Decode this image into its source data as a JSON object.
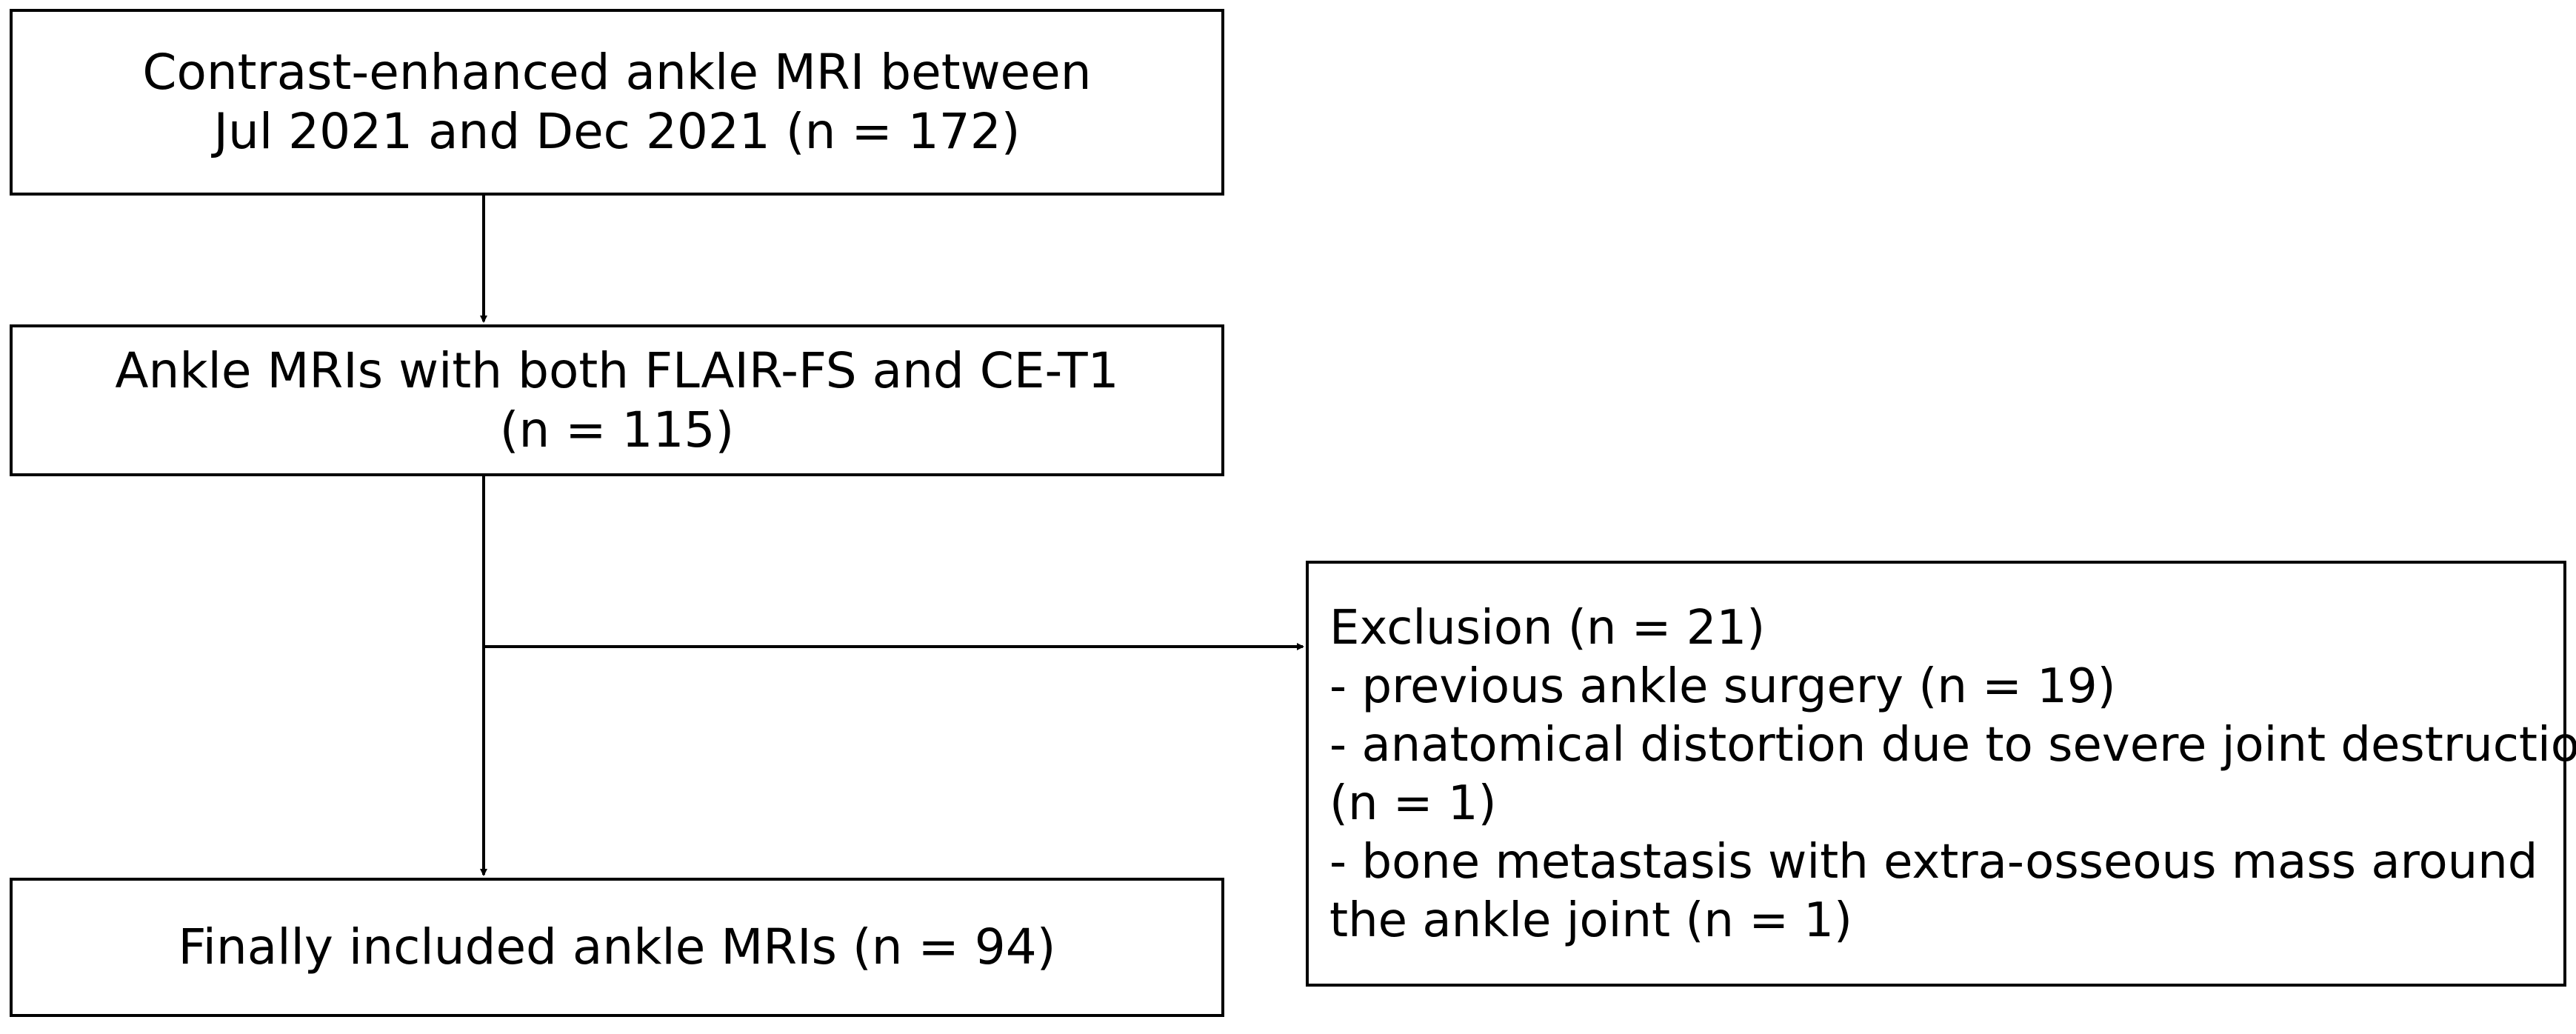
{
  "boxes": {
    "start": {
      "line1": "Contrast-enhanced ankle MRI between",
      "line2": "Jul 2021 and Dec 2021 (n = 172)"
    },
    "both_sequences": {
      "line1": "Ankle MRIs with both FLAIR-FS and CE-T1",
      "line2": "(n = 115)"
    },
    "final": {
      "line1": "Finally included ankle MRIs (n = 94)"
    }
  },
  "exclusion": {
    "title": "Exclusion (n = 21)",
    "lines": [
      "- previous ankle surgery (n = 19)",
      "- anatomical distortion due to severe joint destruction",
      "(n = 1)",
      "- bone metastasis with extra-osseous mass around",
      "the ankle joint (n = 1)"
    ]
  },
  "colors": {
    "stroke": "#000000",
    "background": "#ffffff"
  }
}
